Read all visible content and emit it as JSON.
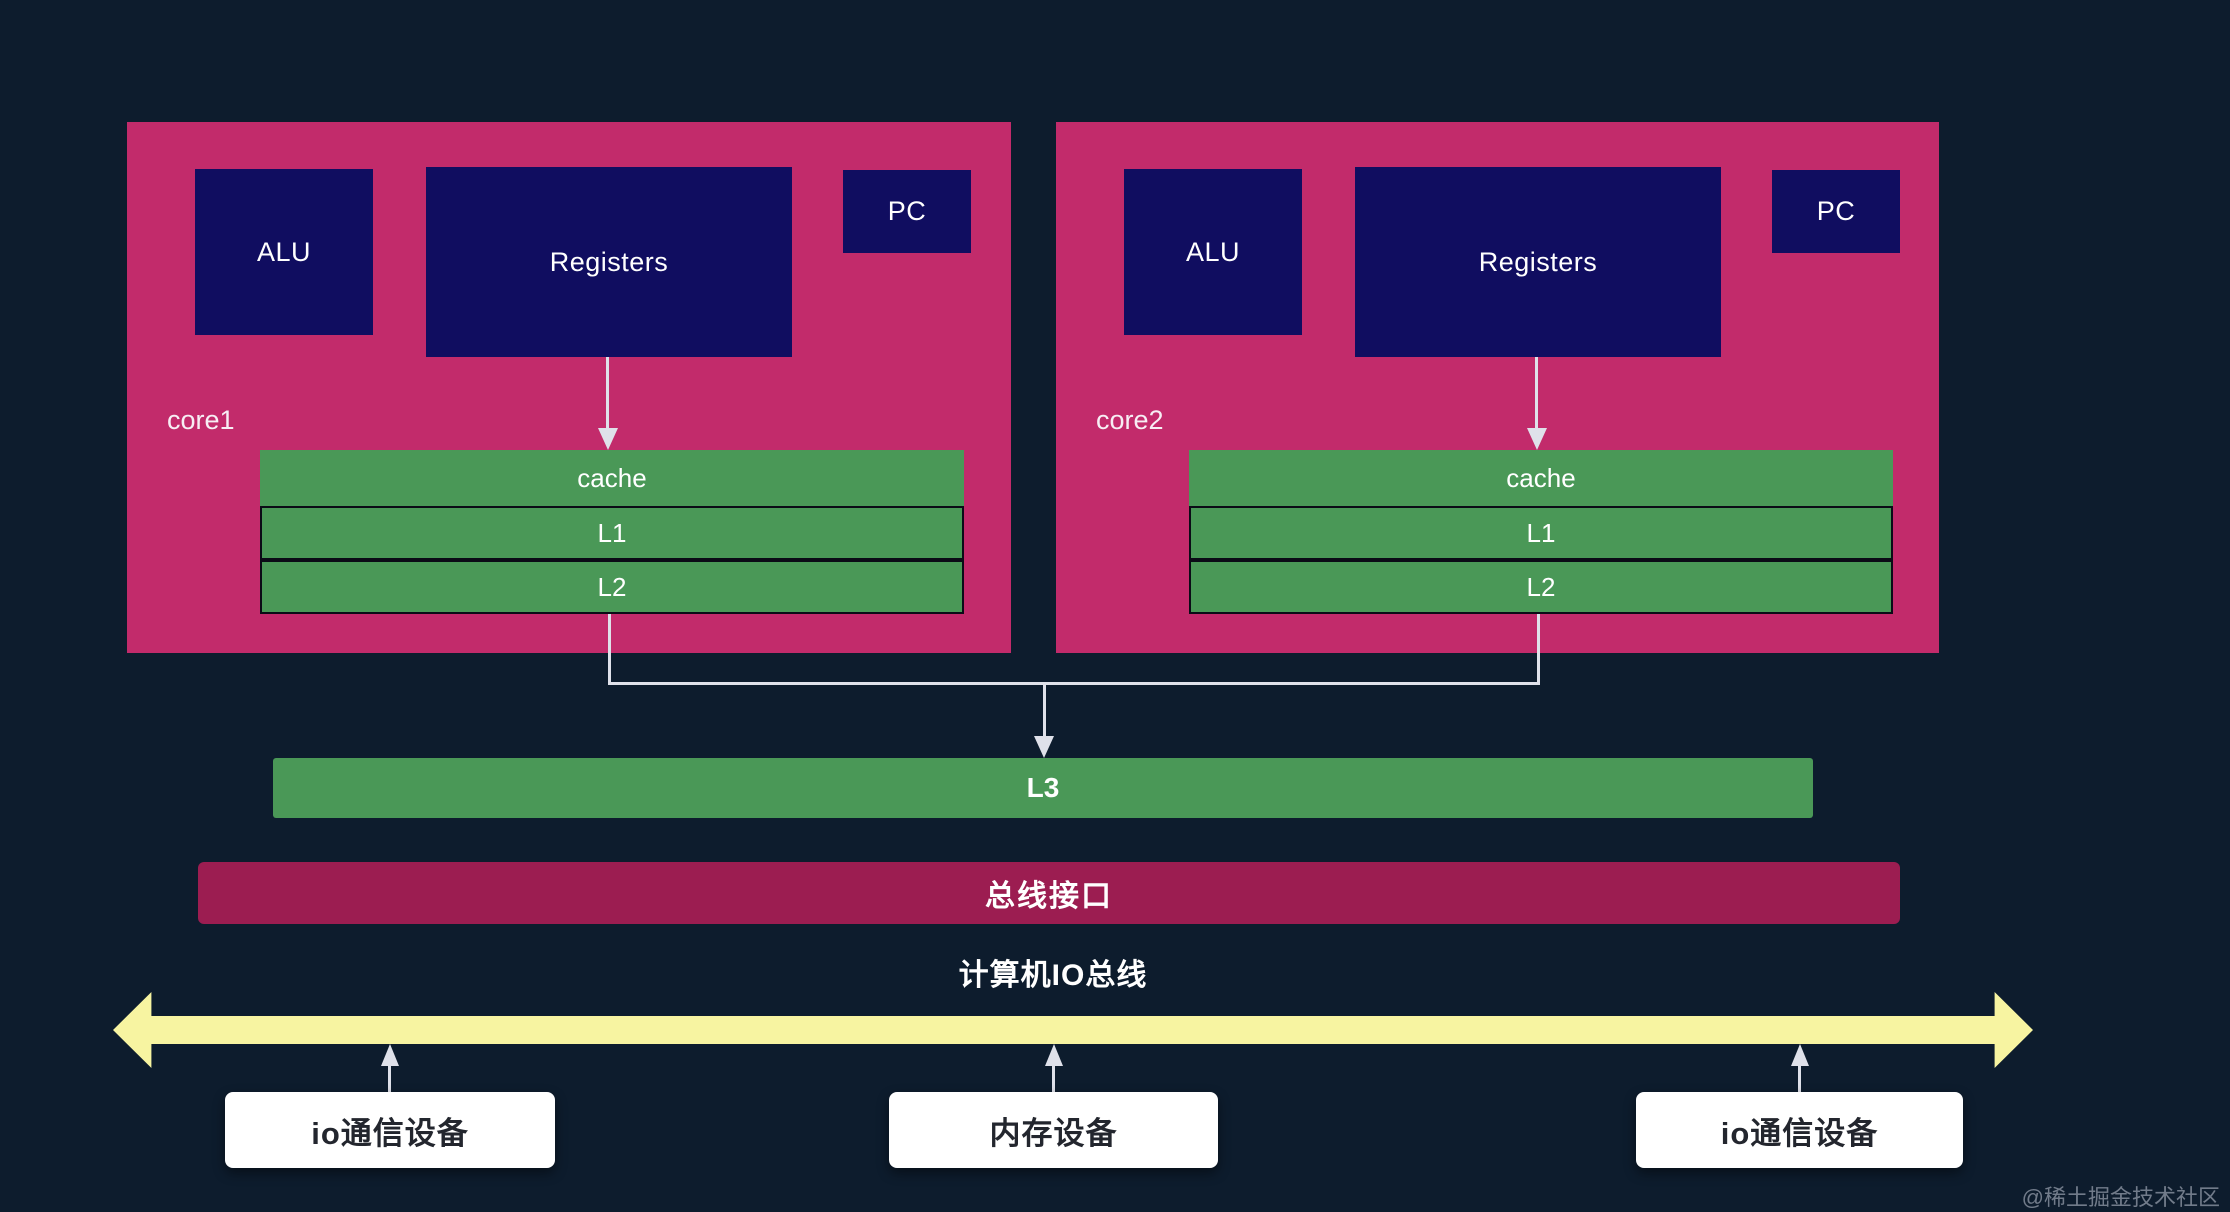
{
  "colors": {
    "background": "#0d1c2d",
    "core_panel": "#c22b6b",
    "block_navy": "#100d60",
    "cache_green": "#4a9857",
    "bus_interface": "#9c1d51",
    "io_bus_yellow": "#f7f4a1",
    "connector": "#dfe1ea",
    "device_text": "#23262e"
  },
  "cores": [
    {
      "label": "core1",
      "alu": "ALU",
      "registers": "Registers",
      "pc": "PC",
      "cache_rows": [
        "cache",
        "L1",
        "L2"
      ]
    },
    {
      "label": "core2",
      "alu": "ALU",
      "registers": "Registers",
      "pc": "PC",
      "cache_rows": [
        "cache",
        "L1",
        "L2"
      ]
    }
  ],
  "shared_cache_label": "L3",
  "bus_interface_label": "总线接口",
  "io_bus_label": "计算机IO总线",
  "devices": [
    {
      "label": "io通信设备"
    },
    {
      "label": "内存设备"
    },
    {
      "label": "io通信设备"
    }
  ],
  "watermark": "@稀土掘金技术社区"
}
